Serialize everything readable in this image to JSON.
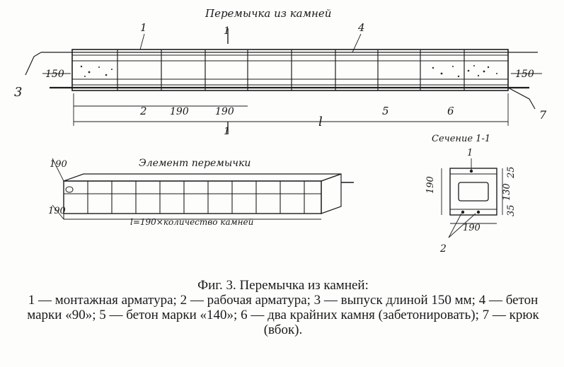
{
  "top_view": {
    "title": "Перемычка из камней",
    "section_mark_top": "1",
    "section_mark_bottom": "1",
    "len_left": "150",
    "len_right": "150",
    "len_190_a": "190",
    "len_190_b": "190",
    "len_total": "l",
    "callout_1": "1",
    "callout_2": "2",
    "callout_3": "3",
    "callout_4": "4",
    "callout_5": "5",
    "callout_6": "6",
    "callout_7": "7"
  },
  "element_view": {
    "title": "Элемент перемычки",
    "dim_top": "190",
    "dim_side": "190",
    "formula": "l=190×количество камней"
  },
  "section_view": {
    "title": "Сечение 1-1",
    "mark_1": "1",
    "mark_2": "2",
    "dim_height": "190",
    "dim_width": "190",
    "dim_top": "25",
    "dim_middle": "130",
    "dim_bottom": "35"
  },
  "caption": {
    "title": "Фиг. 3. Перемычка из камней:",
    "legend": "1 — монтажная арматура; 2 — рабочая арматура; 3 — выпуск длиной 150 мм; 4 — бетон марки «90»; 5 — бетон марки «140»; 6 — два крайних камня (забетонировать); 7 — крюк (вбок)."
  }
}
